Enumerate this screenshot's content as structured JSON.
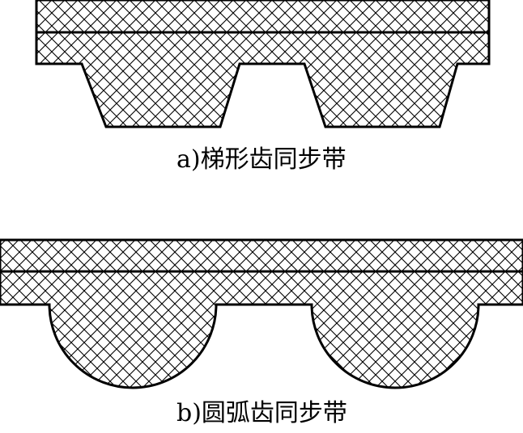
{
  "figures": [
    {
      "id": "a",
      "caption": "a)梯形齿同步带"
    },
    {
      "id": "b",
      "caption": "b)圆弧齿同步带"
    }
  ],
  "colors": {
    "line": "#000000",
    "fill": "#ffffff"
  }
}
